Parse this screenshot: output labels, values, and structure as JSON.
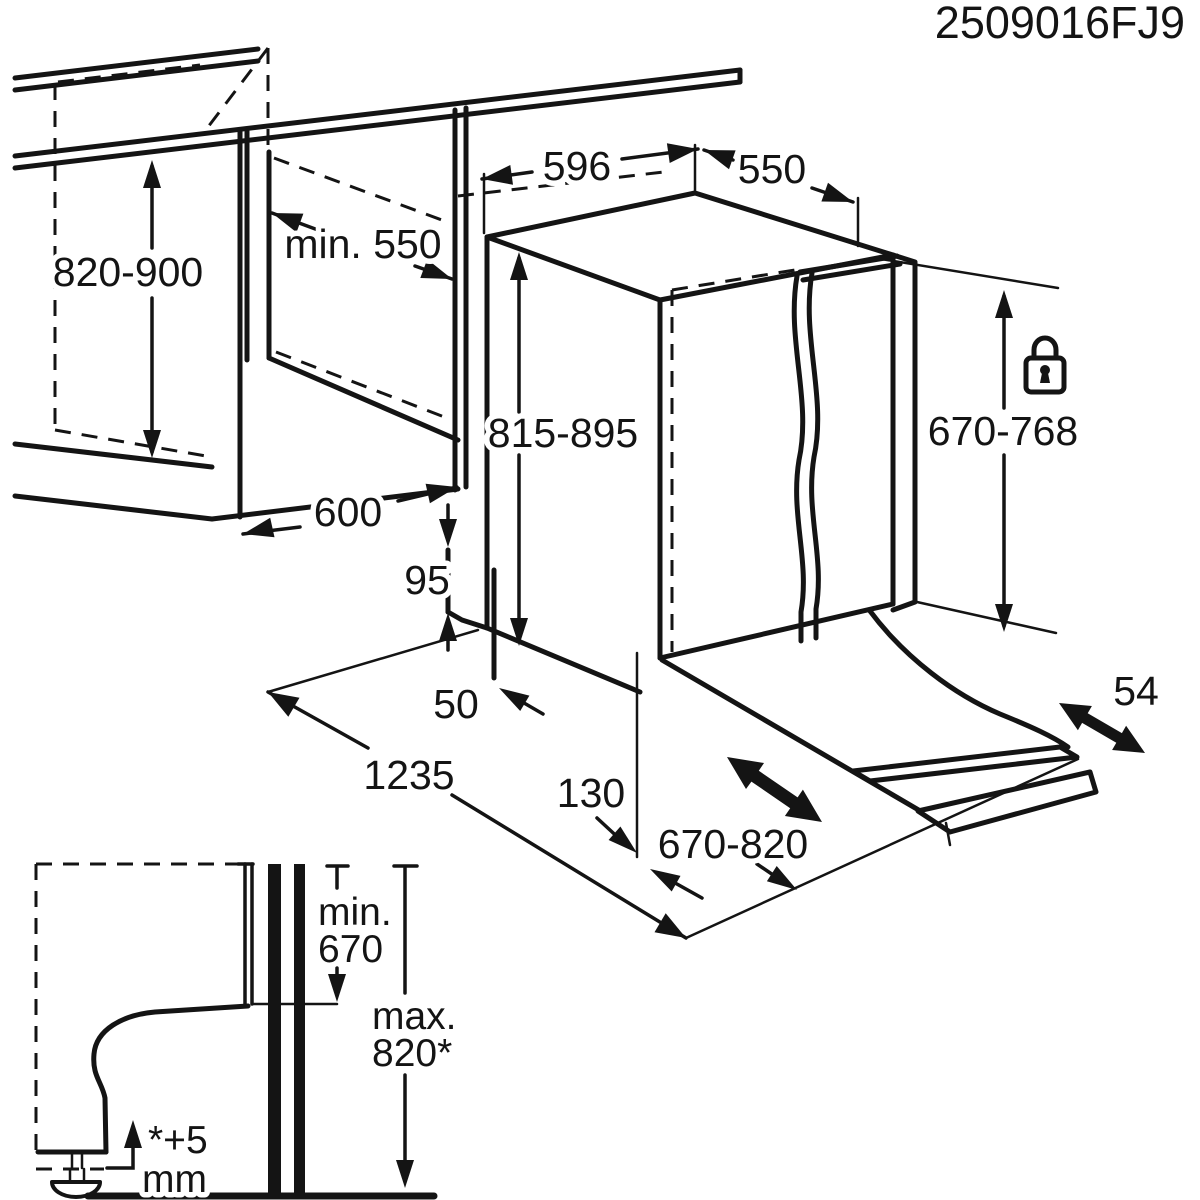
{
  "page": {
    "background": "#ffffff",
    "line_color": "#141414",
    "drawing_code": "2509016FJ9",
    "description": "Built-in dishwasher installation dimension drawing"
  },
  "dimensions": {
    "niche_height": "820-900",
    "niche_depth": "min. 550",
    "appliance_width": "596",
    "appliance_depth": "550",
    "appliance_height": "815-895",
    "door_panel_height": "670-768",
    "niche_width": "600",
    "base_recess_height": "95",
    "base_recess_depth": "50",
    "total_clearance": "1235",
    "door_projection": "130",
    "door_travel": "670-820",
    "plinth_clearance": "54"
  },
  "detail_view": {
    "panel_min_line1": "min.",
    "panel_min_line2": "670",
    "panel_max_line1": "max.",
    "panel_max_line2": "820*",
    "foot_adjust_line1": "*+5",
    "foot_adjust_line2": "mm"
  },
  "icons": {
    "lock": "lock-icon"
  }
}
